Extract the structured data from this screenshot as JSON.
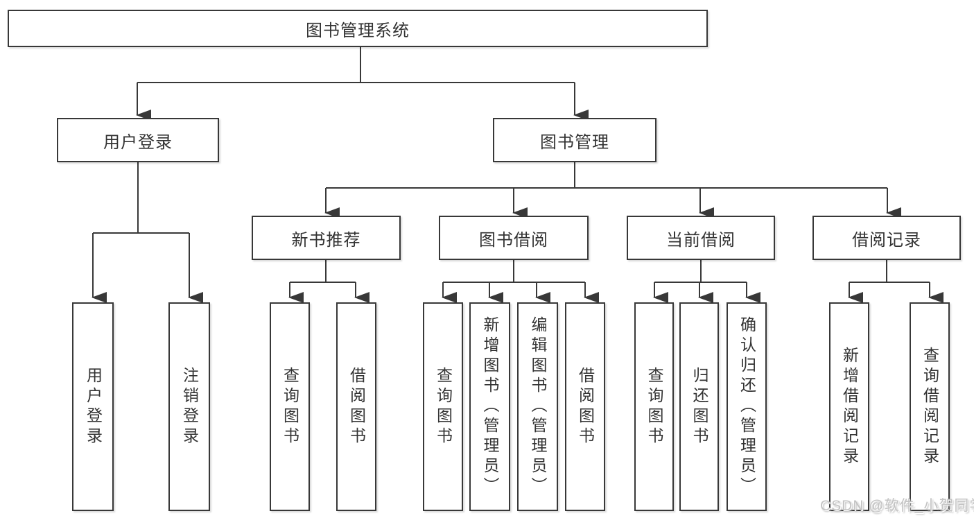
{
  "diagram": {
    "type": "hierarchy-tree",
    "orientation": "top-down",
    "colors": {
      "line": "#383838",
      "box_border": "#383838",
      "box_background": "#ffffff",
      "text": "#333333",
      "watermark_text": "#c3c3c3"
    }
  },
  "tree": {
    "label": "图书管理系统",
    "children": [
      {
        "label": "用户登录",
        "children": [
          {
            "label": "用户登录"
          },
          {
            "label": "注销登录"
          }
        ]
      },
      {
        "label": "图书管理",
        "children": [
          {
            "label": "新书推荐",
            "children": [
              {
                "label": "查询图书"
              },
              {
                "label": "借阅图书"
              }
            ]
          },
          {
            "label": "图书借阅",
            "children": [
              {
                "label": "查询图书"
              },
              {
                "label": "新增图书（管理员）"
              },
              {
                "label": "编辑图书（管理员）"
              },
              {
                "label": "借阅图书"
              }
            ]
          },
          {
            "label": "当前借阅",
            "children": [
              {
                "label": "查询图书"
              },
              {
                "label": "归还图书"
              },
              {
                "label": "确认归还（管理员）"
              }
            ]
          },
          {
            "label": "借阅记录",
            "children": [
              {
                "label": "新增借阅记录"
              },
              {
                "label": "查询借阅记录"
              }
            ]
          }
        ]
      }
    ]
  },
  "watermark": {
    "text": "CSDN @软件_小贺同学"
  }
}
